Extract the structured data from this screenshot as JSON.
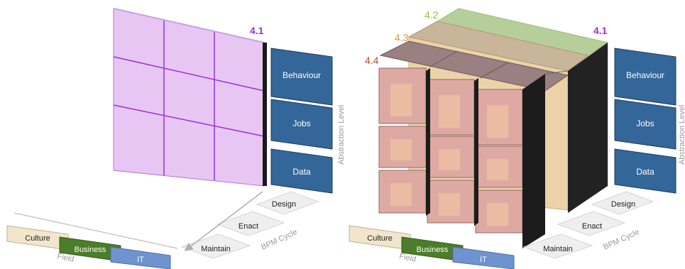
{
  "left_panel": {
    "layer_label": "4.1",
    "abstraction_levels": [
      "Behaviour",
      "Jobs",
      "Data"
    ],
    "abstraction_axis_label": "Abstraction Level",
    "bpm_cycle": [
      "Design",
      "Enact",
      "Maintain"
    ],
    "bpm_axis_label": "BPM Cycle",
    "fields": [
      "Culture",
      "Business",
      "IT"
    ],
    "field_axis_label": "Field"
  },
  "right_panel": {
    "layer_labels": [
      "4.2",
      "4.3",
      "4.4",
      "4.1"
    ],
    "abstraction_levels": [
      "Behaviour",
      "Jobs",
      "Data"
    ],
    "abstraction_axis_label": "Abstraction Level",
    "bpm_cycle": [
      "Design",
      "Enact",
      "Maintain"
    ],
    "bpm_axis_label": "BPM Cycle",
    "fields": [
      "Culture",
      "Business",
      "IT"
    ],
    "field_axis_label": "Field"
  },
  "colors": {
    "layer_4_1": "#9b30d9",
    "layer_4_2": "#8cc63f",
    "layer_4_3": "#d69a3a",
    "layer_4_4": "#b8452a",
    "abstraction_box": "#336699",
    "field_culture": "#f1e6cc",
    "field_business": "#4c7d2a",
    "field_it": "#6f93cf"
  }
}
